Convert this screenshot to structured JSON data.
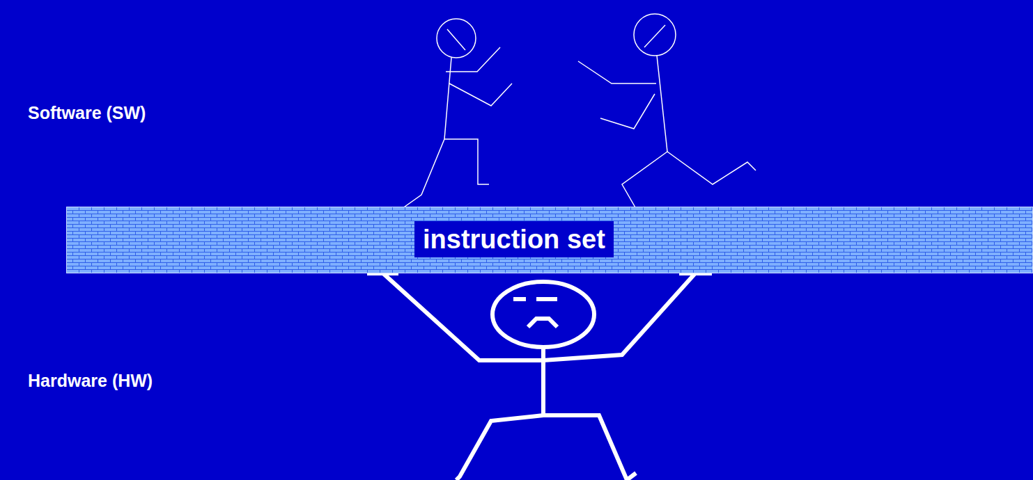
{
  "diagram": {
    "nodes": [
      {
        "text": [
          "instruction set"
        ]
      }
    ],
    "labels": [
      "Software (SW)",
      "Hardware (HW)"
    ]
  }
}
